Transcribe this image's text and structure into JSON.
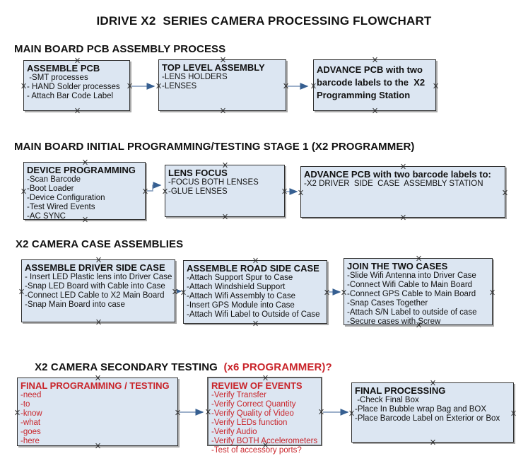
{
  "title": "IDRIVE X2  SERIES CAMERA PROCESSING FLOWCHART",
  "colors": {
    "box_fill": "#dce6f2",
    "box_border": "#2f2f2f",
    "connector_line": "#7d96b8",
    "connector_arrow": "#365f91",
    "red_text": "#c9252b",
    "black_text": "#111111"
  },
  "sections": [
    {
      "heading": "MAIN BOARD PCB ASSEMBLY PROCESS",
      "boxes": [
        {
          "title": "ASSEMBLE PCB",
          "items": [
            " -SMT processes",
            "- HAND Solder processes",
            "- Attach Bar Code Label"
          ]
        },
        {
          "title": "TOP LEVEL ASSEMBLY",
          "items": [
            "-LENS HOLDERS",
            "-LENSES"
          ]
        },
        {
          "title": "ADVANCE PCB with two barcode labels to the  X2 Programming Station",
          "items": []
        }
      ]
    },
    {
      "heading": "MAIN BOARD INITIAL PROGRAMMING/TESTING STAGE 1 (X2 PROGRAMMER)",
      "boxes": [
        {
          "title": "DEVICE PROGRAMMING",
          "items": [
            "-Scan Barcode",
            "-Boot Loader",
            "-Device Configuration",
            "-Test Wired Events",
            "-AC SYNC"
          ]
        },
        {
          "title": "LENS FOCUS",
          "items": [
            "-FOCUS BOTH LENSES",
            "-GLUE LENSES"
          ]
        },
        {
          "title": "ADVANCE PCB with two barcode labels to:",
          "items": [
            "-X2 DRIVER  SIDE  CASE  ASSEMBLY STATION"
          ]
        }
      ]
    },
    {
      "heading": "X2 CAMERA CASE ASSEMBLIES",
      "boxes": [
        {
          "title": "ASSEMBLE DRIVER SIDE CASE",
          "items": [
            "- Insert LED Plastic lens into Driver Case",
            "-Snap LED Board with Cable into Case",
            "-Connect LED Cable to X2 Main Board",
            "-Snap Main Board into case"
          ]
        },
        {
          "title": "ASSEMBLE ROAD SIDE CASE",
          "items": [
            "-Attach Support Spur to Case",
            "-Attach Windshield Support",
            "-Attach Wifi Assembly to Case",
            "-Insert GPS Module into Case",
            "-Attach Wifi Label to Outside of Case"
          ]
        },
        {
          "title": "JOIN THE TWO CASES",
          "items": [
            "-Slide Wifi Antenna into Driver Case",
            "-Connect Wifi Cable to Main Board",
            "-Connect GPS Cable to Main Board",
            "-Snap Cases Together",
            "-Attach S/N Label to outside of case",
            "-Secure cases with Screw"
          ]
        }
      ]
    },
    {
      "heading": "X2 CAMERA SECONDARY TESTING ",
      "heading_red": " (x6 PROGRAMMER)?",
      "boxes": [
        {
          "title": "FINAL PROGRAMMING / TESTING",
          "items": [
            "-need",
            "-to",
            "-know",
            "-what",
            "-goes",
            "-here"
          ]
        },
        {
          "title": "REVIEW OF EVENTS",
          "items": [
            "-Verify Transfer",
            "-Verify Correct Quantity",
            "-Verify Quality of Video",
            "-Verify LEDs function",
            "-Verify Audio",
            "-Verify BOTH Accelerometers",
            "-Test of accessory ports?"
          ]
        },
        {
          "title": "FINAL PROCESSING",
          "items": [
            " -Check Final Box",
            "-Place In Bubble wrap Bag and BOX",
            "-Place Barcode Label on Exterior or Box"
          ]
        }
      ]
    }
  ]
}
